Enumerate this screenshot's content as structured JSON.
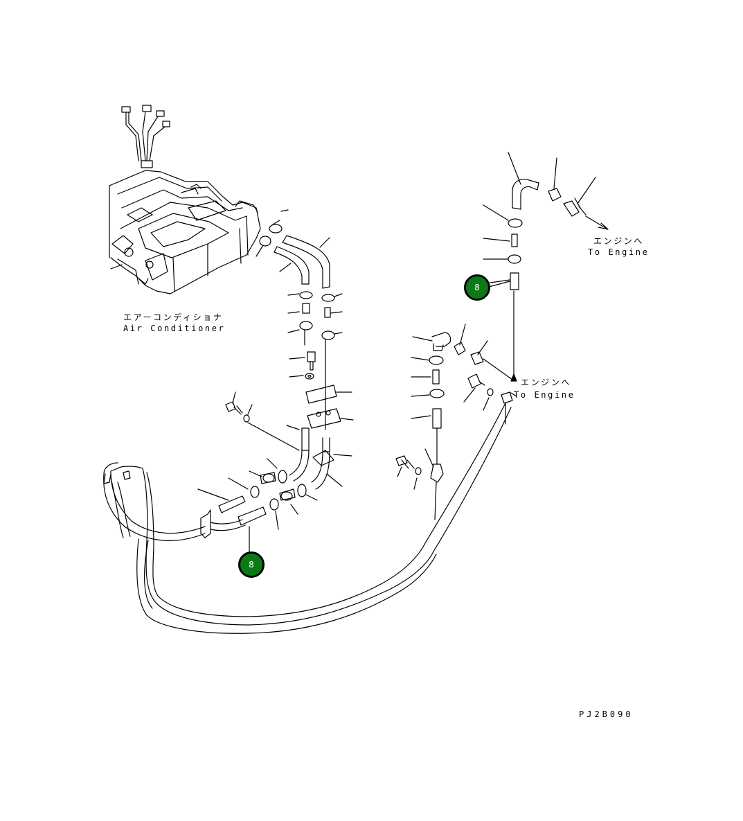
{
  "labels": {
    "air_conditioner_jp": "エアーコンディショナ",
    "air_conditioner_en": "Air Conditioner",
    "to_engine_top_jp": "エンジンへ",
    "to_engine_top_en": "To Engine",
    "to_engine_mid_jp": "エンジンへ",
    "to_engine_mid_en": "To Engine",
    "drawing_code": "PJ2B090"
  },
  "callouts": [
    {
      "id": "callout-top",
      "number": "8"
    },
    {
      "id": "callout-bottom",
      "number": "8"
    }
  ],
  "colors": {
    "callout_fill": "#0b7a16",
    "line": "#000000"
  }
}
